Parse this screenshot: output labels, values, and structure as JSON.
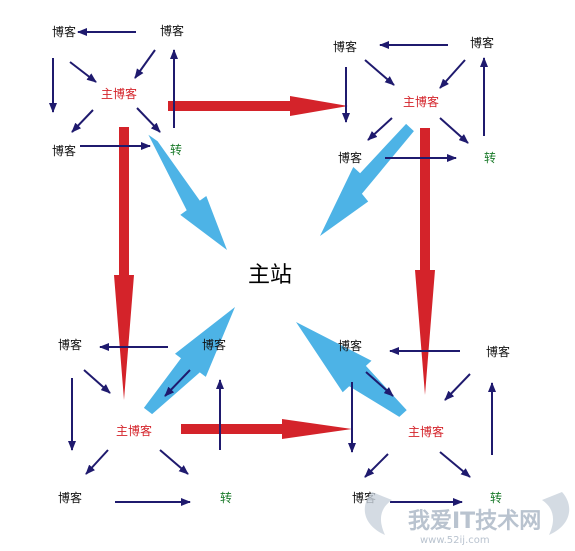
{
  "center_label": "主站",
  "labels": {
    "blog": "博客",
    "main_blog": "主博客",
    "zhuan": "转"
  },
  "watermark": {
    "text": "我爱IT技术网",
    "url": "www.52ij.com"
  },
  "colors": {
    "red_arrow": "#d4232a",
    "blue_arrow": "#4db3e6",
    "navy_arrow": "#1f1a6e",
    "main_blog_text": "#d4232a",
    "zhuan_text": "#1a7a2a"
  }
}
